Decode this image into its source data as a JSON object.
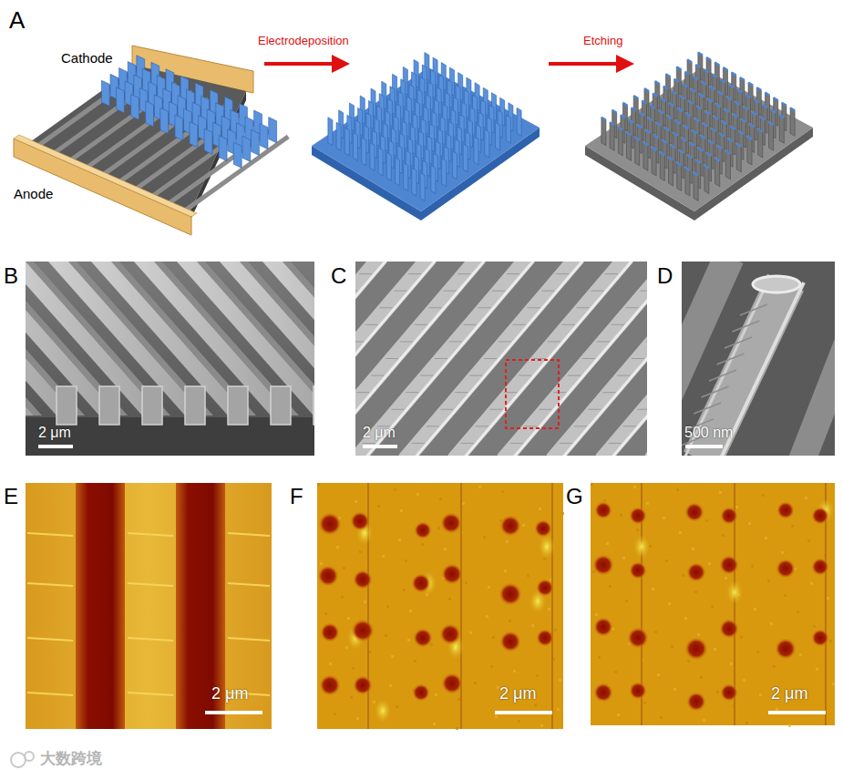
{
  "diagram": {
    "labels": [
      "A",
      "Cathode",
      "Electrodeposition",
      "Etching",
      "Anode",
      "B",
      "2 μm",
      "C",
      "2 μm",
      "D",
      "500 nm",
      "E",
      "2 μm",
      "F",
      "2 μm",
      "G",
      "2 μm",
      "大数跨境"
    ]
  }
}
